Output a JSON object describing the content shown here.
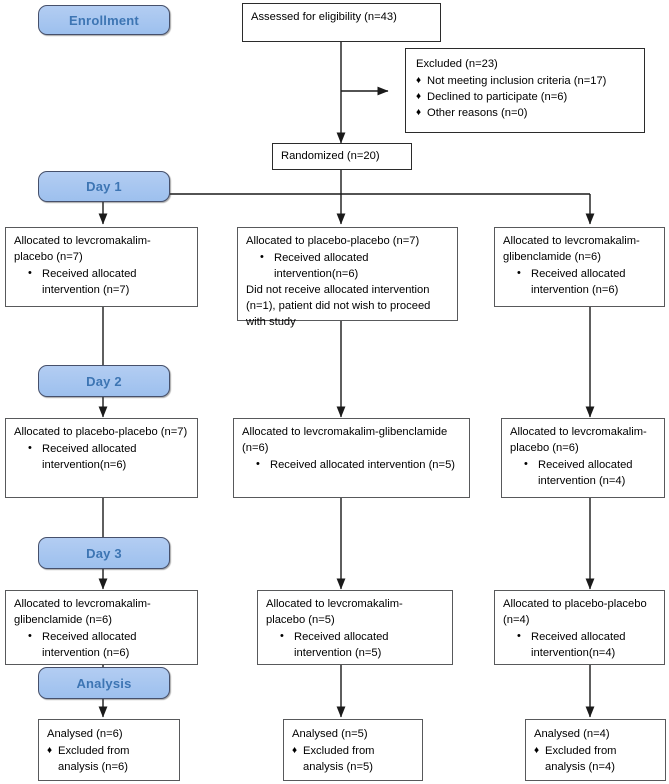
{
  "diagram": {
    "title": "CONSORT participant flow diagram",
    "colors": {
      "stage_fill": "#a7c7f0",
      "stage_border": "#46506b",
      "stage_text": "#3d75b3",
      "box_border": "#58595b",
      "connector": "#1a1a1a",
      "background": "#ffffff"
    }
  },
  "stages": [
    {
      "name": "enrollment",
      "label": "Enrollment"
    },
    {
      "name": "day1",
      "label": "Day 1"
    },
    {
      "name": "day2",
      "label": "Day 2"
    },
    {
      "name": "day3",
      "label": "Day 3"
    },
    {
      "name": "analysis",
      "label": "Analysis"
    }
  ],
  "enrollment": {
    "assessed": {
      "title": "Assessed for eligibility (n=43)"
    },
    "excluded": {
      "title": "Excluded (n=23)",
      "items": [
        "Not meeting inclusion criteria (n=17)",
        "Declined to participate (n=6)",
        "Other reasons (n=0)"
      ],
      "bullet": "♦"
    },
    "randomized": {
      "title": "Randomized (n=20)"
    }
  },
  "day1": {
    "left": {
      "title": "Allocated to levcromakalim-\nplacebo (n=7)",
      "items": [
        "Received allocated\nintervention (n=7)"
      ],
      "bullet": "•"
    },
    "middle": {
      "title": "Allocated to placebo-placebo (n=7)",
      "items": [
        "Received allocated\nintervention(n=6)"
      ],
      "bullet": "•",
      "tail": "Did not receive allocated intervention\n(n=1), patient did not wish to proceed\nwith study"
    },
    "right": {
      "title": "Allocated to levcromakalim-\nglibenclamide (n=6)",
      "items": [
        "Received allocated\nintervention (n=6)"
      ],
      "bullet": "•"
    }
  },
  "day2": {
    "left": {
      "title": "Allocated to placebo-placebo (n=7)",
      "items": [
        "Received allocated\nintervention(n=6)"
      ],
      "bullet": "•"
    },
    "middle": {
      "title": "Allocated to levcromakalim-glibenclamide\n(n=6)",
      "items": [
        "Received allocated intervention (n=5)"
      ],
      "bullet": "•"
    },
    "right": {
      "title": "Allocated to levcromakalim-\nplacebo (n=6)",
      "items": [
        "Received allocated\nintervention (n=4)"
      ],
      "bullet": "•"
    }
  },
  "day3": {
    "left": {
      "title": "Allocated to levcromakalim-\nglibenclamide (n=6)",
      "items": [
        "Received allocated\nintervention (n=6)"
      ],
      "bullet": "•"
    },
    "middle": {
      "title": "Allocated to levcromakalim-\nplacebo (n=5)",
      "items": [
        "Received allocated\nintervention (n=5)"
      ],
      "bullet": "•"
    },
    "right": {
      "title": "Allocated to placebo-placebo\n(n=4)",
      "items": [
        "Received allocated\nintervention(n=4)"
      ],
      "bullet": "•"
    }
  },
  "analysis": {
    "left": {
      "title": "Analysed (n=6)",
      "items": [
        "Excluded from\nanalysis (n=6)"
      ],
      "bullet": "♦"
    },
    "middle": {
      "title": "Analysed (n=5)",
      "items": [
        "Excluded from\nanalysis (n=5)"
      ],
      "bullet": "♦"
    },
    "right": {
      "title": "Analysed (n=4)",
      "items": [
        "Excluded from\nanalysis (n=4)"
      ],
      "bullet": "♦"
    }
  }
}
